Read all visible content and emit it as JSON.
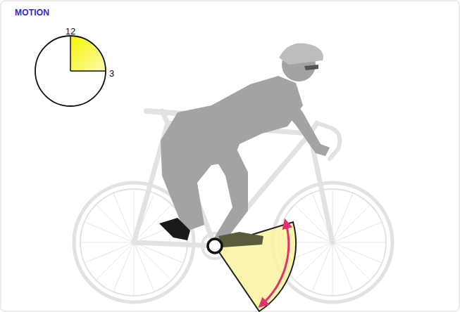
{
  "diagram": {
    "title": "MOTION",
    "labels": [
      "12",
      "3"
    ]
  }
}
